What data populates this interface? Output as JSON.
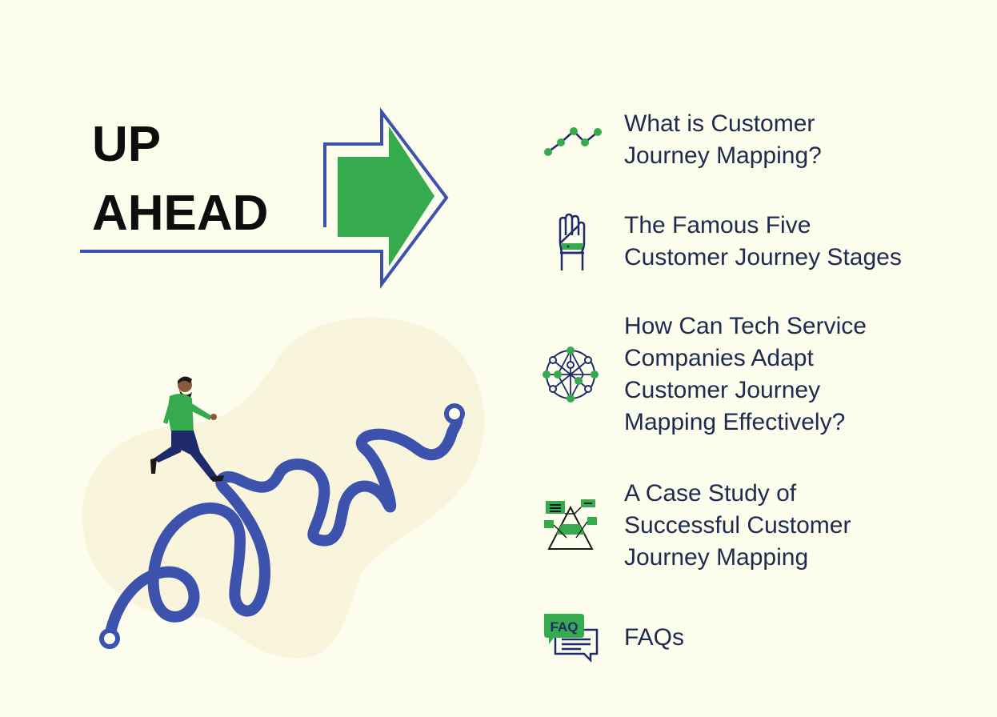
{
  "heading": {
    "line1": "UP",
    "line2": "AHEAD"
  },
  "agenda": [
    {
      "icon": "line-graph-icon",
      "text": "What is Customer\nJourney Mapping?"
    },
    {
      "icon": "raised-hand-icon",
      "text": "The Famous Five\nCustomer Journey Stages"
    },
    {
      "icon": "network-globe-icon",
      "text": "How Can Tech Service\nCompanies Adapt\nCustomer Journey\nMapping Effectively?"
    },
    {
      "icon": "pyramid-chart-icon",
      "text": "A Case Study of\nSuccessful Customer\nJourney Mapping"
    },
    {
      "icon": "faq-chat-icon",
      "text": "FAQs"
    }
  ],
  "colors": {
    "background": "#fdfdee",
    "accent_green": "#35ab4e",
    "accent_blue": "#3d52ad",
    "navy": "#1f2a6b",
    "blob": "#f8f5dc"
  }
}
